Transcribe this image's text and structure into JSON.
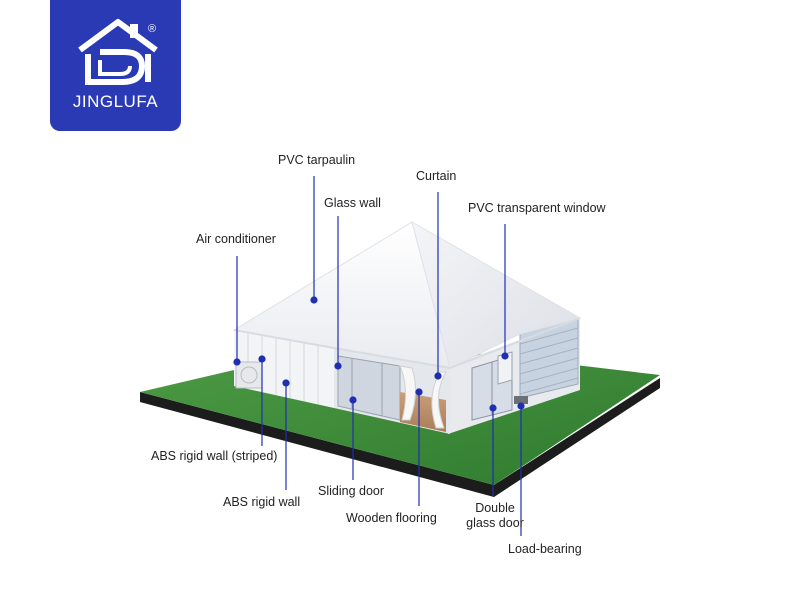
{
  "brand": {
    "name": "JINGLUFA",
    "registered": "®"
  },
  "colors": {
    "brand": "#2a3ab5",
    "leader": "#1f2fb0",
    "grass": "#3f8a3a",
    "base": "#1c1c1c",
    "tent": "#f2f3f6"
  },
  "labels": {
    "pvc_tarpaulin": "PVC tarpaulin",
    "glass_wall": "Glass wall",
    "curtain": "Curtain",
    "pvc_window": "PVC transparent window",
    "air_conditioner": "Air conditioner",
    "abs_striped": "ABS rigid wall (striped)",
    "abs_rigid": "ABS rigid wall",
    "sliding_door": "Sliding door",
    "wooden_flooring": "Wooden flooring",
    "double_glass_line1": "Double",
    "double_glass_line2": "glass door",
    "load_bearing": "Load-bearing"
  }
}
